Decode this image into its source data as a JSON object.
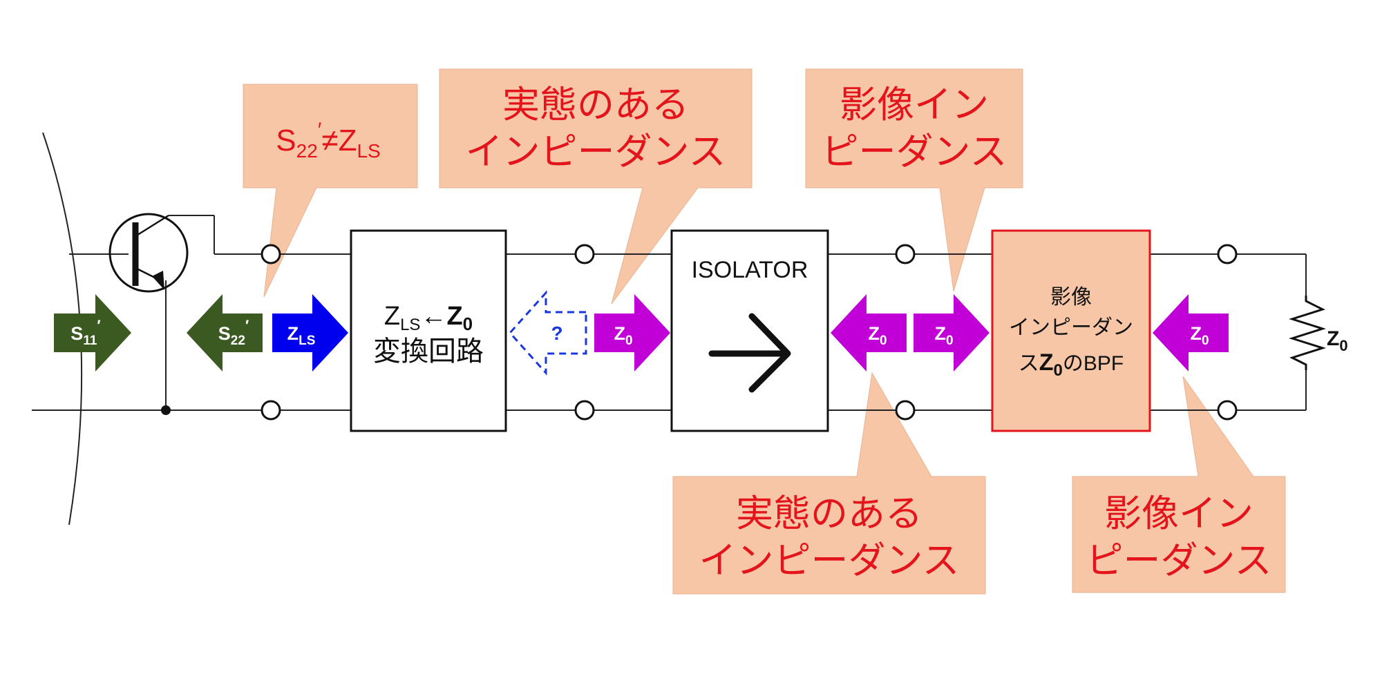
{
  "colors": {
    "wire": "#222222",
    "callout_fill": "#f7c6a6",
    "callout_text": "#e3141c",
    "green_arrow": "#3b5a21",
    "blue_arrow": "#0000ee",
    "magenta_arrow": "#c000d6",
    "dashed_arrow": "#1a36e0",
    "bpf_border": "#e3141c",
    "bpf_fill": "#f7c6a6"
  },
  "arrows": {
    "s11": {
      "base": "S",
      "sub": "11",
      "mark": "′"
    },
    "s22": {
      "base": "S",
      "sub": "22",
      "mark": "′"
    },
    "zls": {
      "base": "Z",
      "sub": "LS"
    },
    "unknown": "?",
    "z0": {
      "base": "Z",
      "sub": "0"
    }
  },
  "blocks": {
    "converter": {
      "line1": {
        "z": "Z",
        "sub": "LS",
        "arrow": "←",
        "z2": "Z",
        "sub2": "0"
      },
      "line2": "変換回路"
    },
    "isolator": {
      "label": "ISOLATOR",
      "icon": "right-arrow-icon"
    },
    "bpf": {
      "line1": "影像",
      "line2": "インピーダン",
      "line3_pre": "ス",
      "line3_z": "Z",
      "line3_sub": "0",
      "line3_post": "のBPF"
    }
  },
  "load": {
    "z": "Z",
    "sub": "0"
  },
  "callouts": {
    "s22_neq": {
      "s": "S",
      "sub1": "22",
      "mark": "′",
      "neq": "≠",
      "z": "Z",
      "sub2": "LS"
    },
    "real_top": {
      "line1": "実態のある",
      "line2": "インピーダンス"
    },
    "image_top": {
      "line1": "影像イン",
      "line2": "ピーダンス"
    },
    "real_bottom": {
      "line1": "実態のある",
      "line2": "インピーダンス"
    },
    "image_bottom": {
      "line1": "影像イン",
      "line2": "ピーダンス"
    }
  }
}
